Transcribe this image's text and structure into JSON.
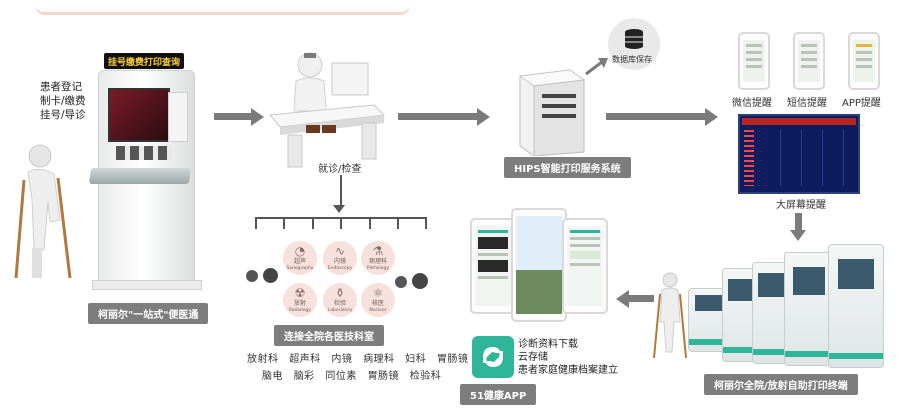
{
  "kiosk_top_sign": "挂号缴费打印查询",
  "patient_actions": [
    "患者登记",
    "制卡/缴费",
    "挂号/导诊"
  ],
  "label_clinic": "就诊/检查",
  "label_database": "数据库保存",
  "label_hips": "HIPS智能打印服务系统",
  "notifications": [
    "微信提醒",
    "短信提醒",
    "APP提醒"
  ],
  "label_bigscreen": "大屏幕提醒",
  "caption_left": "柯丽尔\"一站式\"便医通",
  "caption_depts": "连接全院各医技科室",
  "departments_row1": [
    "放射科",
    "超声科",
    "内镜",
    "病理科",
    "妇科",
    "胃肠镜"
  ],
  "departments_row2": [
    "脑电",
    "脑彩",
    "同位素",
    "胃肠镜",
    "检验科"
  ],
  "dept_icons": [
    {
      "title": "超声",
      "sub": "Sonography"
    },
    {
      "title": "内镜",
      "sub": "Endoscopy"
    },
    {
      "title": "病理科",
      "sub": "Pathology"
    },
    {
      "title": "放射",
      "sub": "Radiology"
    },
    {
      "title": "检验",
      "sub": "Laboratory"
    },
    {
      "title": "核医",
      "sub": "Nuclear"
    }
  ],
  "app_features": [
    "诊断资料下载",
    "云存储",
    "患者家庭健康档案建立"
  ],
  "caption_app": "51健康APP",
  "caption_terminal": "柯丽尔全院/放射自助打印终端",
  "colors": {
    "arrow": "#7b7b7b",
    "caption_bg": "#7d7d7d",
    "accent_green": "#2fb59a",
    "screen_navy": "#0c1c5c",
    "sign_red": "#d62b1f"
  }
}
